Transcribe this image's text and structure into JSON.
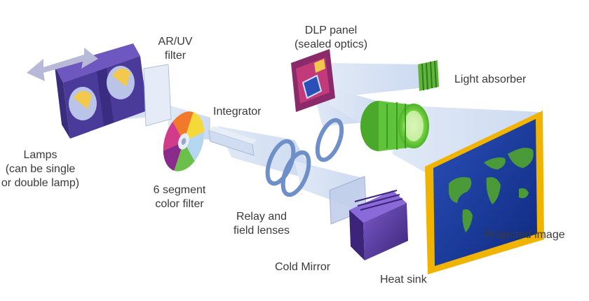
{
  "labels": {
    "lamps": [
      "Lamps",
      "(can be single",
      "or double lamp)"
    ],
    "ar_uv_filter": [
      "AR/UV",
      "filter"
    ],
    "integrator": "Integrator",
    "color_filter": [
      "6 segment",
      "color filter"
    ],
    "dlp_panel": [
      "DLP panel",
      "(sealed optics)"
    ],
    "light_absorber": "Light absorber",
    "relay_lenses": [
      "Relay and",
      "field lenses"
    ],
    "cold_mirror": "Cold Mirror",
    "heat_sink": "Heat sink",
    "projected_image": "Projected image"
  },
  "colors": {
    "lamp_housing": "#4a3a9a",
    "light_beam": "#cfdcf0",
    "dlp_frame": "#8a2a6a",
    "lens_green": "#5fc43a",
    "heat_sink": "#5b3a9a",
    "screen_frame": "#f0b400",
    "screen_bg": "#1a3a9a",
    "continents": "#4a9a3a"
  }
}
